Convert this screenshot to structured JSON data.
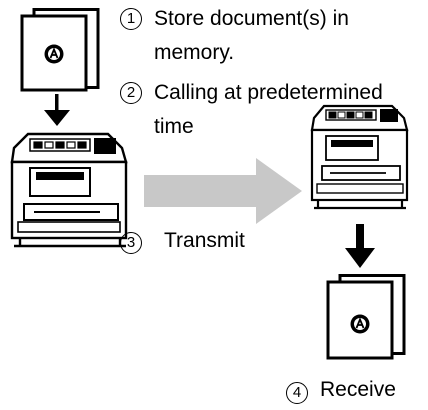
{
  "steps": [
    {
      "number": "1",
      "text_line1": "Store document(s) in",
      "text_line2": "memory."
    },
    {
      "number": "2",
      "text_line1": "Calling at predetermined",
      "text_line2": "time"
    },
    {
      "number": "3",
      "text_line1": "Transmit"
    },
    {
      "number": "4",
      "text_line1": "Receive"
    }
  ],
  "icons": {
    "document": "document-stack-icon",
    "machine": "fax-machine-icon",
    "arrow_down": "arrow-down-icon",
    "arrow_right": "arrow-right-icon"
  },
  "colors": {
    "arrow_gray": "#c8c8c8",
    "ink": "#000000"
  }
}
